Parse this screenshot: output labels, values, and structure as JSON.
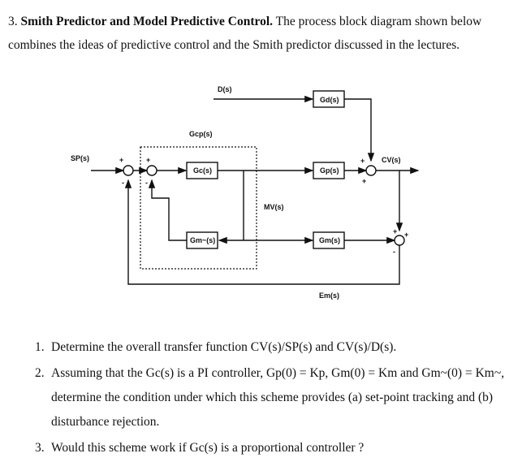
{
  "problem": {
    "number": "3.",
    "title": "Smith Predictor and Model Predictive Control.",
    "intro": "The process block diagram shown below combines the ideas of predictive control and the Smith predictor discussed in the lectures."
  },
  "diagram": {
    "labels": {
      "sp": "SP(s)",
      "d": "D(s)",
      "gd": "Gd(s)",
      "gcp": "Gcp(s)",
      "gc": "Gc(s)",
      "gp": "Gp(s)",
      "cv": "CV(s)",
      "mv": "MV(s)",
      "gmtilde": "Gm~(s)",
      "gm": "Gm(s)",
      "em": "Em(s)"
    },
    "signs": {
      "plus": "+",
      "minus": "-"
    }
  },
  "questions": [
    {
      "num": "1.",
      "text": "Determine the overall transfer function CV(s)/SP(s) and CV(s)/D(s)."
    },
    {
      "num": "2.",
      "text": "Assuming that the Gc(s) is a PI controller, Gp(0) = Kp, Gm(0) = Km and Gm~(0) = Km~, determine the condition under which this scheme provides (a) set-point tracking and (b) disturbance rejection."
    },
    {
      "num": "3.",
      "text": "Would this scheme work if Gc(s) is a proportional controller ?"
    }
  ]
}
